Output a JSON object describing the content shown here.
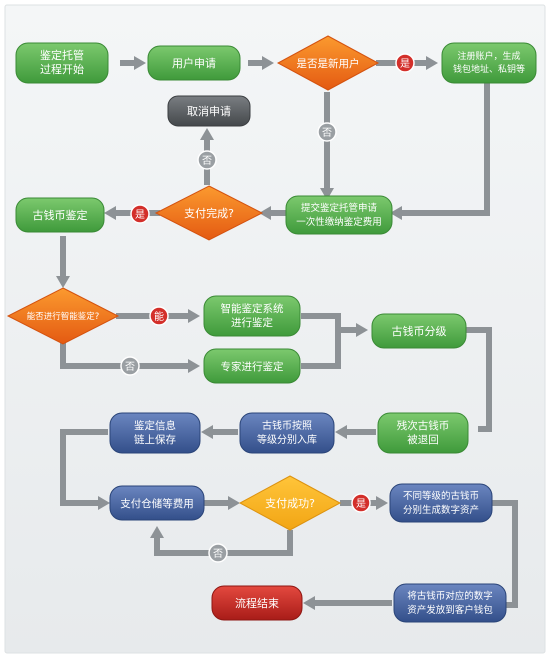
{
  "colors": {
    "green": "#52a84b",
    "orange": "#ee6e1c",
    "gray": "#5a5e61",
    "blue": "#3f5d9a",
    "red": "#c8251f",
    "arrow": "#8d9296",
    "badge": "#d32f2a",
    "badge_gray": "#9a9fa3",
    "panel": "#eef0f1"
  },
  "nodes": {
    "n1": [
      "鉴定托管",
      "过程开始"
    ],
    "n2": [
      "用户申请"
    ],
    "n3": [
      "是否是新用户"
    ],
    "n4": [
      "注册账户，生成",
      "钱包地址、私钥等"
    ],
    "n5": [
      "取消申请"
    ],
    "n6": [
      "古钱币鉴定"
    ],
    "n7": [
      "支付完成?"
    ],
    "n8": [
      "提交鉴定托管申请",
      "一次性缴纳鉴定费用"
    ],
    "n9": [
      "能否进行智能鉴定?"
    ],
    "n10": [
      "智能鉴定系统",
      "进行鉴定"
    ],
    "n11": [
      "古钱币分级"
    ],
    "n12": [
      "专家进行鉴定"
    ],
    "n13": [
      "鉴定信息",
      "链上保存"
    ],
    "n14": [
      "古钱币按照",
      "等级分别入库"
    ],
    "n15": [
      "残次古钱币",
      "被退回"
    ],
    "n16": [
      "支付仓储等费用"
    ],
    "n17": [
      "支付成功?"
    ],
    "n18": [
      "不同等级的古钱币",
      "分别生成数字资产"
    ],
    "n19": [
      "流程结束"
    ],
    "n20": [
      "将古钱币对应的数字",
      "资产发放到客户钱包"
    ]
  },
  "labels": {
    "b1": "是",
    "b2": "否",
    "b3": "否",
    "b4": "是",
    "b5": "能",
    "b6": "否",
    "b7": "是",
    "b8": "否"
  }
}
